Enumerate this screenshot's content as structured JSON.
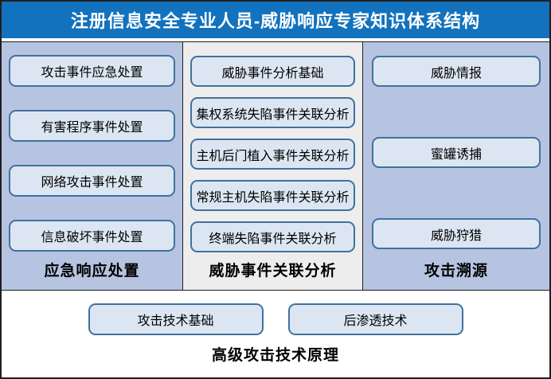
{
  "title": "注册信息安全专业人员-威胁响应专家知识体系结构",
  "colors": {
    "title_bg": "#1272BD",
    "column_blue_bg": "#B6C4E2",
    "column_gray_bg": "#EDEDED",
    "box_fill": "#DCE6F2",
    "box_border": "#41719C",
    "divider": "#1F1F1F"
  },
  "columns": [
    {
      "label": "应急响应处置",
      "items": [
        "攻击事件应急处置",
        "有害程序事件处置",
        "网络攻击事件处置",
        "信息破坏事件处置"
      ]
    },
    {
      "label": "威胁事件关联分析",
      "items": [
        "威胁事件分析基础",
        "集权系统失陷事件关联分析",
        "主机后门植入事件关联分析",
        "常规主机失陷事件关联分析",
        "终端失陷事件关联分析"
      ]
    },
    {
      "label": "攻击溯源",
      "items": [
        "威胁情报",
        "蜜罐诱捕",
        "威胁狩猎"
      ]
    }
  ],
  "bottom": {
    "label": "高级攻击技术原理",
    "items": [
      "攻击技术基础",
      "后渗透技术"
    ]
  }
}
